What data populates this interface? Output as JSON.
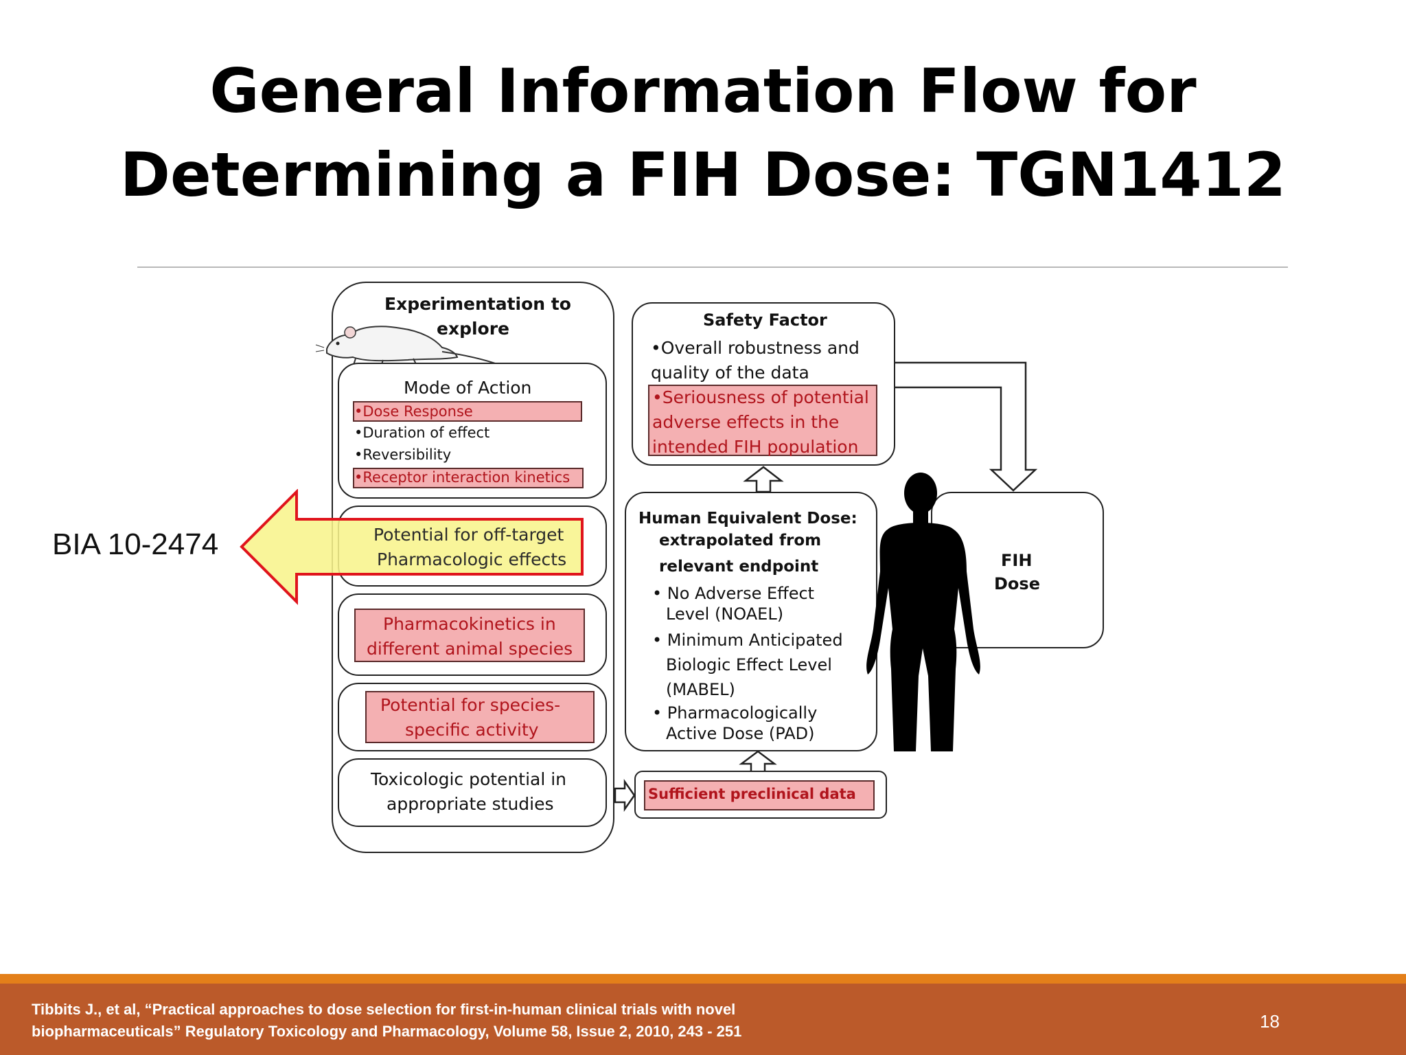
{
  "slide": {
    "title_line1": "General Information Flow for",
    "title_line2": "Determining a FIH Dose: TGN1412",
    "side_label": "BIA 10-2474",
    "page_number": "18"
  },
  "citation": {
    "line1": "Tibbits J., et al, “Practical approaches to dose selection for first-in-human clinical trials with novel",
    "line2": "biopharmaceuticals” Regulatory Toxicology and Pharmacology, Volume 58, Issue 2, 2010, 243 - 251"
  },
  "diagram": {
    "experimentation_line1": "Experimentation to",
    "experimentation_line2": "explore",
    "mode_of_action": {
      "heading": "Mode of Action",
      "items": [
        "•Dose Response",
        "•Duration of effect",
        "•Reversibility",
        "•Receptor interaction kinetics"
      ]
    },
    "off_target_line1": "Potential for off-target",
    "off_target_line2": "Pharmacologic effects",
    "pk_line1": "Pharmacokinetics in",
    "pk_line2": "different animal species",
    "species_line1": "Potential for species-",
    "species_line2": "specific activity",
    "tox_line1": "Toxicologic potential in",
    "tox_line2": "appropriate studies",
    "safety_factor": {
      "heading": "Safety Factor",
      "line1": "•Overall robustness and",
      "line2": "quality of the data",
      "hl_line1": "•Seriousness of potential",
      "hl_line2": "adverse effects in the",
      "hl_line3": "intended FIH population"
    },
    "hed": {
      "line1": "Human Equivalent Dose:",
      "line2": "extrapolated from",
      "line3": "relevant endpoint",
      "b1_line1": "• No Adverse Effect",
      "b1_line2": "Level (NOAEL)",
      "b2_line1": "• Minimum Anticipated",
      "b2_line2": "Biologic Effect Level",
      "b2_line3": "(MABEL)",
      "b3_line1": "• Pharmacologically",
      "b3_line2": "Active Dose (PAD)"
    },
    "sufficient_data": "Sufficient preclinical data",
    "fih_line1": "FIH",
    "fih_line2": "Dose"
  }
}
